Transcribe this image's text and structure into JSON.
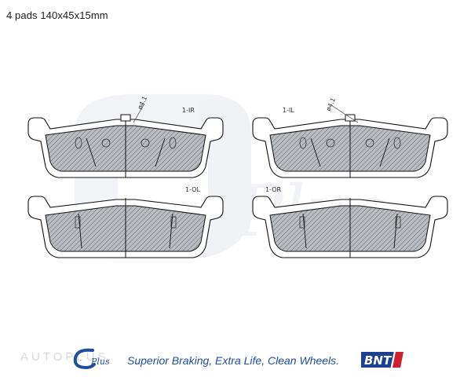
{
  "title": "4 pads 140x45x15mm",
  "pads": [
    {
      "label": "1-IR",
      "clip_label": "ø4.1"
    },
    {
      "label": "1-IL",
      "clip_label": "ø4.1"
    },
    {
      "label": "1-OL"
    },
    {
      "label": "1-OR"
    }
  ],
  "footer": {
    "watermark": "AUTOPLUS",
    "tagline": "Superior Braking, Extra Life, Clean Wheels.",
    "brand_logo_text": "Plus",
    "bnt_logo_text": "BNT"
  },
  "colors": {
    "outline": "#111111",
    "friction_fill": "#b9bcc0",
    "watermark": "#e6e9ee",
    "tagline": "#1f4e9e",
    "bnt_red": "#d0202e",
    "bnt_blue": "#1c3f8f"
  }
}
